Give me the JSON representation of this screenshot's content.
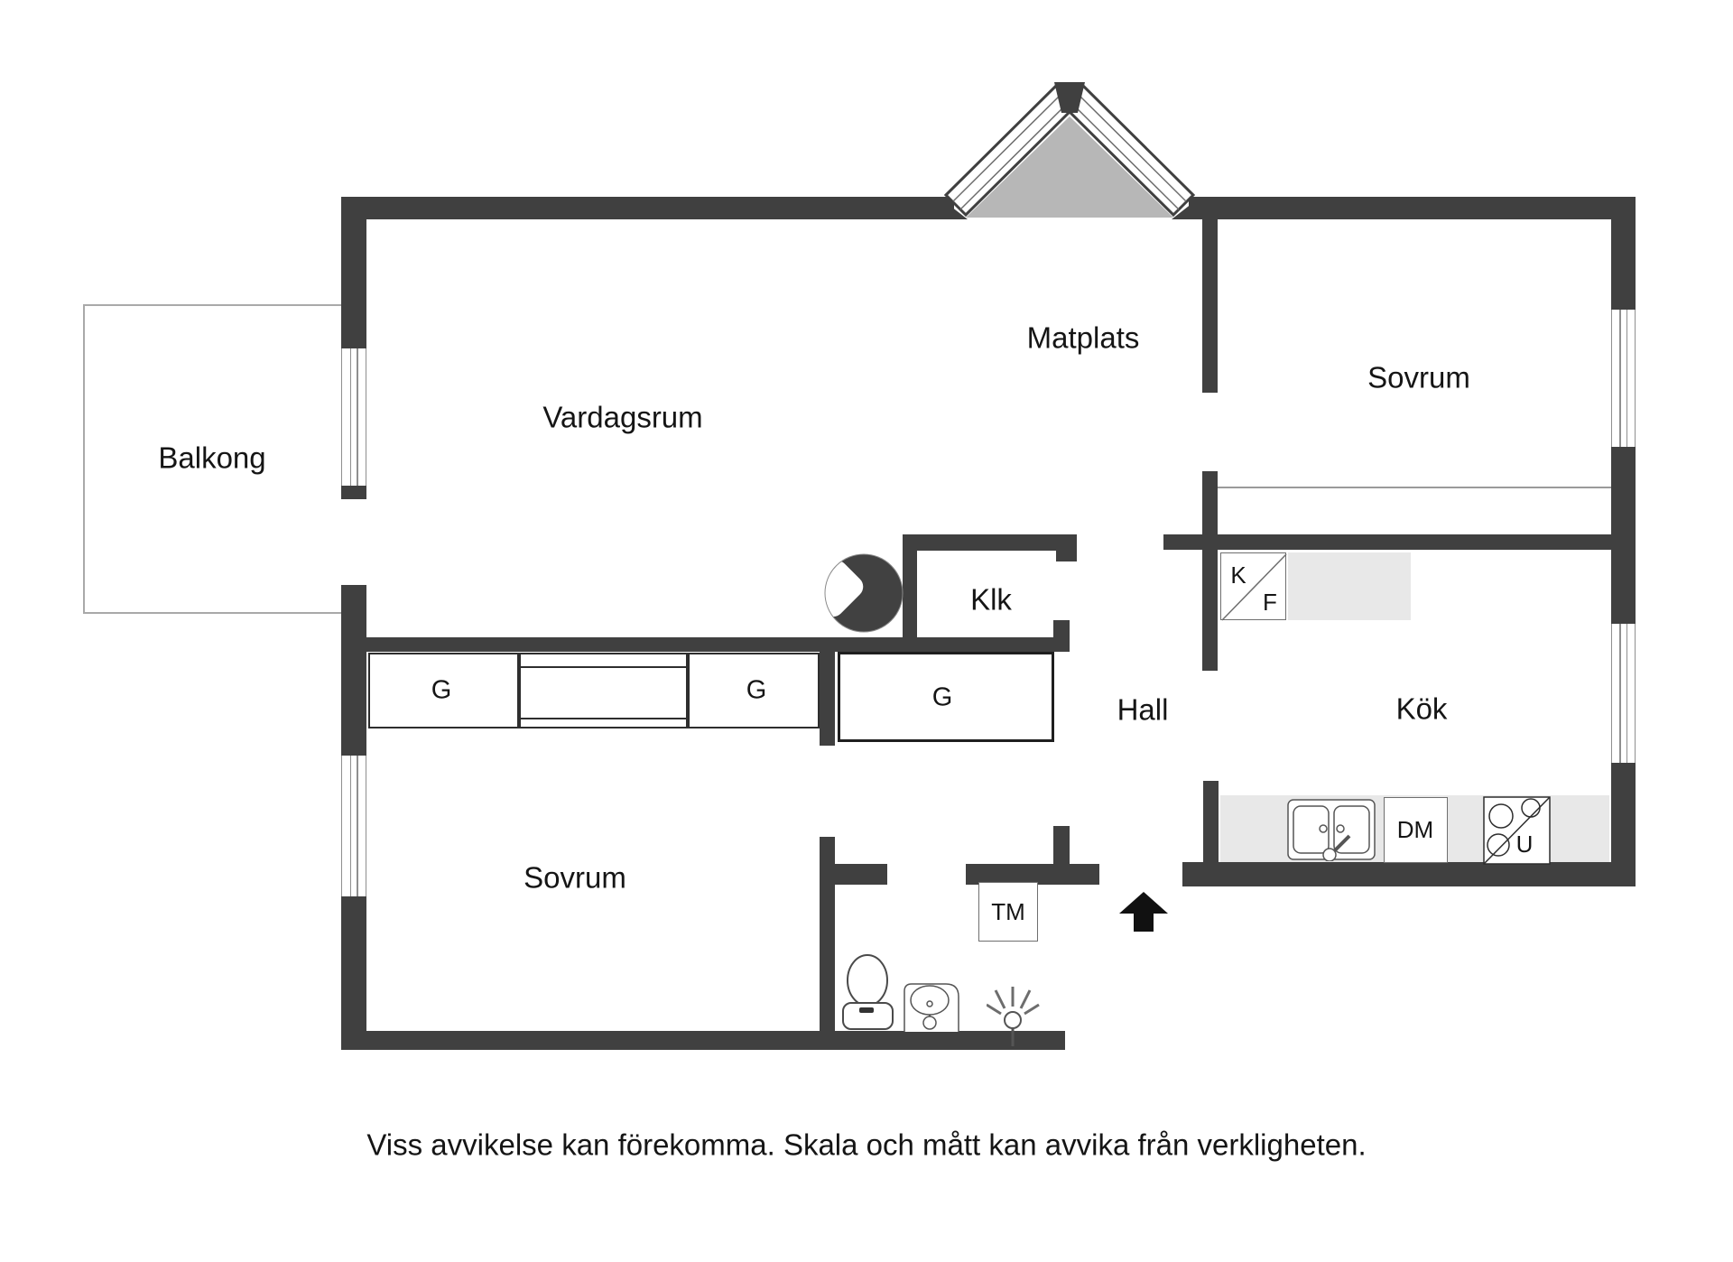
{
  "rooms": {
    "balkong": "Balkong",
    "vardagsrum": "Vardagsrum",
    "matplats": "Matplats",
    "sovrum_top": "Sovrum",
    "sovrum_bottom": "Sovrum",
    "klk": "Klk",
    "hall": "Hall",
    "kok": "Kök"
  },
  "fixtures": {
    "wardrobe1": "G",
    "wardrobe2": "G",
    "wardrobe3": "G",
    "fridge": "K",
    "freezer": "F",
    "dishwasher": "DM",
    "oven": "U",
    "washing_machine": "TM"
  },
  "caption": "Viss avvikelse kan förekomma. Skala och mått kan avvika från verkligheten.",
  "icons": {
    "entrance_arrow": "up-arrow entrance marker",
    "fireplace": "round stove circle with white notch",
    "toilet": "toilet bowl and tank",
    "bath_sink": "oval washbasin",
    "shower_drain": "spray symbol",
    "kitchen_sink": "double basin sink",
    "stove": "hob with burners",
    "bay_window": "angled bay window"
  },
  "colors": {
    "wall": "#404040",
    "counter": "#e8e8e8",
    "bay_fill": "#b7b7b7",
    "thin_line": "#9a9a9a",
    "text": "#151515"
  }
}
